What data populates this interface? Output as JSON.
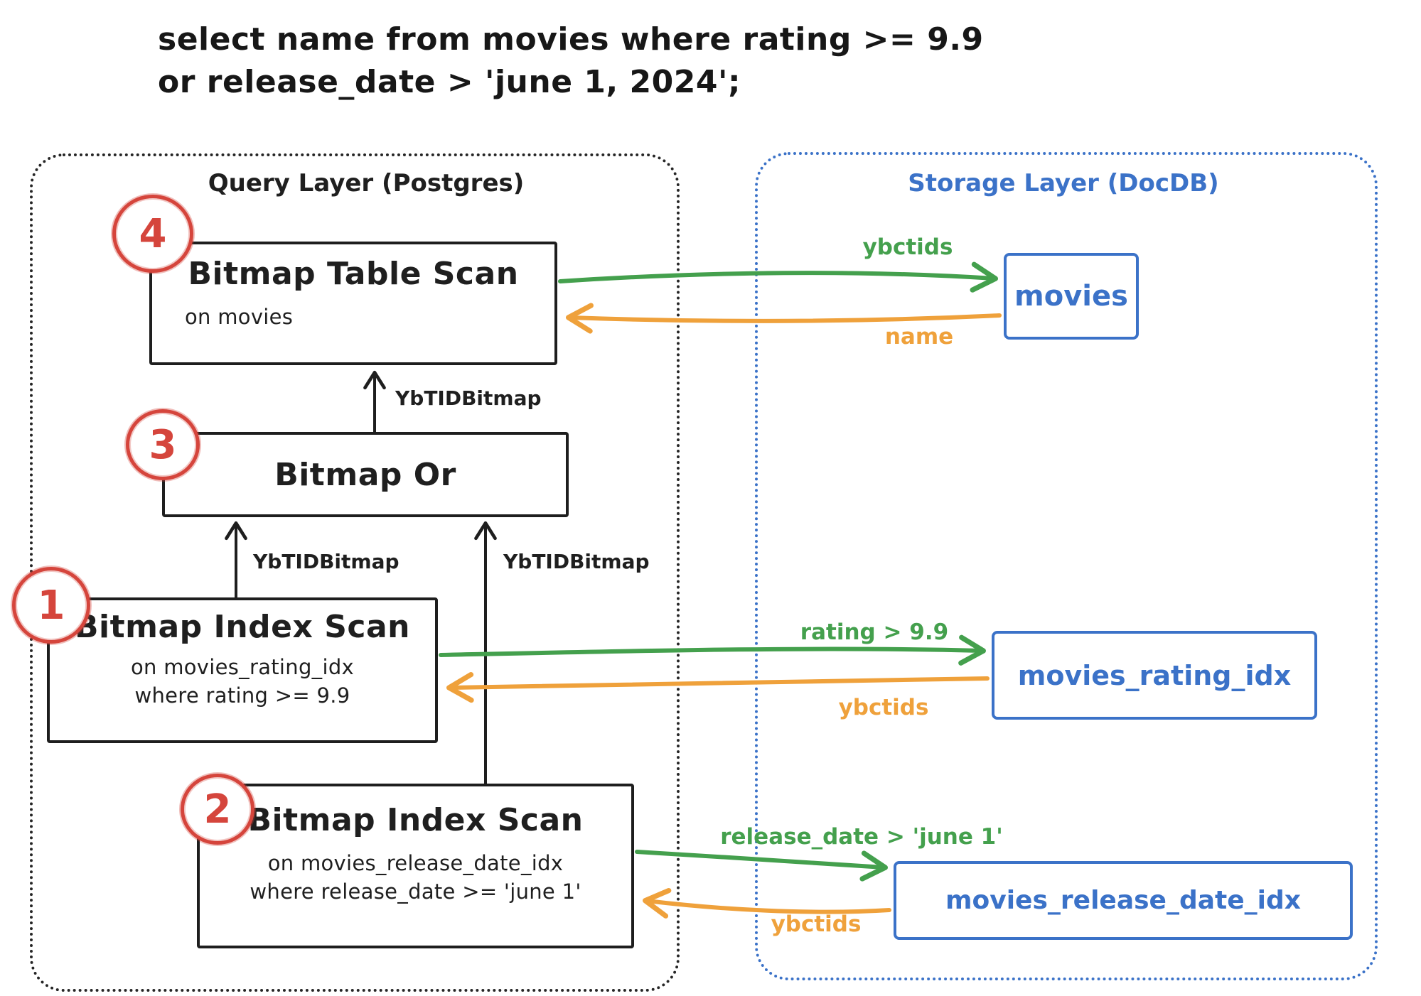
{
  "sql": {
    "line1": "select name from movies where rating >= 9.9",
    "line2": "or release_date > 'june 1, 2024';"
  },
  "query_layer": {
    "title": "Query Layer (Postgres)",
    "edge_label": "YbTIDBitmap",
    "nodes": [
      {
        "step": "1",
        "title": "Bitmap Index Scan",
        "sub1": "on movies_rating_idx",
        "sub2": "where rating >= 9.9"
      },
      {
        "step": "2",
        "title": "Bitmap Index Scan",
        "sub1": "on movies_release_date_idx",
        "sub2": "where release_date >= 'june 1'"
      },
      {
        "step": "3",
        "title": "Bitmap Or"
      },
      {
        "step": "4",
        "title": "Bitmap Table Scan",
        "sub1": "on movies"
      }
    ]
  },
  "storage_layer": {
    "title": "Storage Layer (DocDB)",
    "tables": [
      "movies",
      "movies_rating_idx",
      "movies_release_date_idx"
    ]
  },
  "flows": {
    "movies": {
      "request": "ybctids",
      "response": "name"
    },
    "rating_idx": {
      "request": "rating > 9.9",
      "response": "ybctids"
    },
    "release_idx": {
      "request": "release_date > 'june 1'",
      "response": "ybctids"
    }
  },
  "colors": {
    "ink": "#1f1f1f",
    "red": "#d5453c",
    "green": "#44a04d",
    "orange": "#efa13b",
    "blue": "#3b72c8"
  }
}
